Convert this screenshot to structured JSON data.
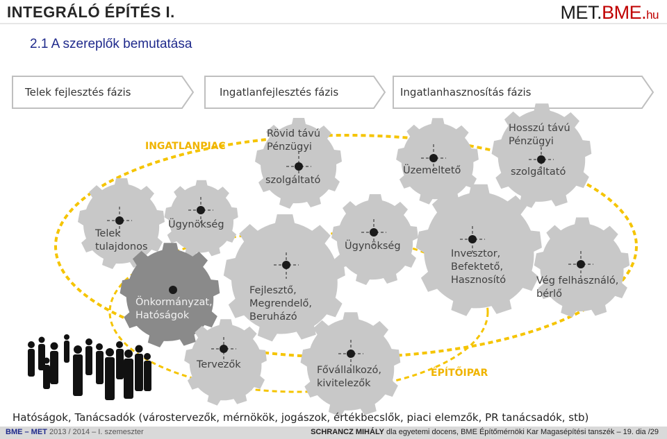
{
  "header": {
    "title": "INTEGRÁLÓ ÉPÍTÉS I.",
    "logo_met": "MET.",
    "logo_bme": "BME.",
    "logo_hu": "hu"
  },
  "subtitle": "2.1 A szereplők bemutatása",
  "phases": [
    "Telek  fejlesztés fázis",
    "Ingatlanfejlesztés fázis",
    "Ingatlanhasznosítás fázis"
  ],
  "markets": {
    "real_estate": "INGATLANPIAC",
    "construction": "ÉPÍTŐIPAR"
  },
  "actors": {
    "short_finance_1": "Rövid távú",
    "short_finance_2": "Pénzügyi",
    "short_finance_3": "szolgáltató",
    "operator": "Üzemeltető",
    "long_finance_1": "Hosszú távú",
    "long_finance_2": "Pénzügyi",
    "long_finance_3": "szolgáltató",
    "land_owner_1": "Telek",
    "land_owner_2": "tulajdonos",
    "agency_1": "Ügynökség",
    "agency_2": "Ügynökség",
    "municipality_1": "Önkormányzat,",
    "municipality_2": "Hatóságok",
    "developer_1": "Fejlesztő,",
    "developer_2": "Megrendelő,",
    "developer_3": "Beruházó",
    "investor_1": "Invesztor,",
    "investor_2": "Befektető,",
    "investor_3": "Hasznosító",
    "end_user_1": "Vég felhasználó,",
    "end_user_2": "bérlő",
    "designers": "Tervezők",
    "contractor_1": "Fővállalkozó,",
    "contractor_2": "kivitelezők"
  },
  "footnote": "Hatóságok, Tanácsadók (várostervezők, mérnökök, jogászok, értékbecslők, piaci elemzők, PR tanácsadók, stb)",
  "footer": {
    "left_bold": "BME – MET",
    "left_rest": "  2013 / 2014 – I. szemeszter",
    "right_bold": "SCHRANCZ MIHÁLY",
    "right_rest": " dla egyetemi docens, BME Építőmérnöki Kar Magasépítési tanszék  –  19. dia  /29"
  },
  "colors": {
    "gear_light": "#c8c8c8",
    "gear_dark": "#8a8a8a",
    "ring": "#f5c400",
    "accent": "#f0b400",
    "title_blue": "#1f2a8c",
    "logo_red": "#c00000"
  }
}
